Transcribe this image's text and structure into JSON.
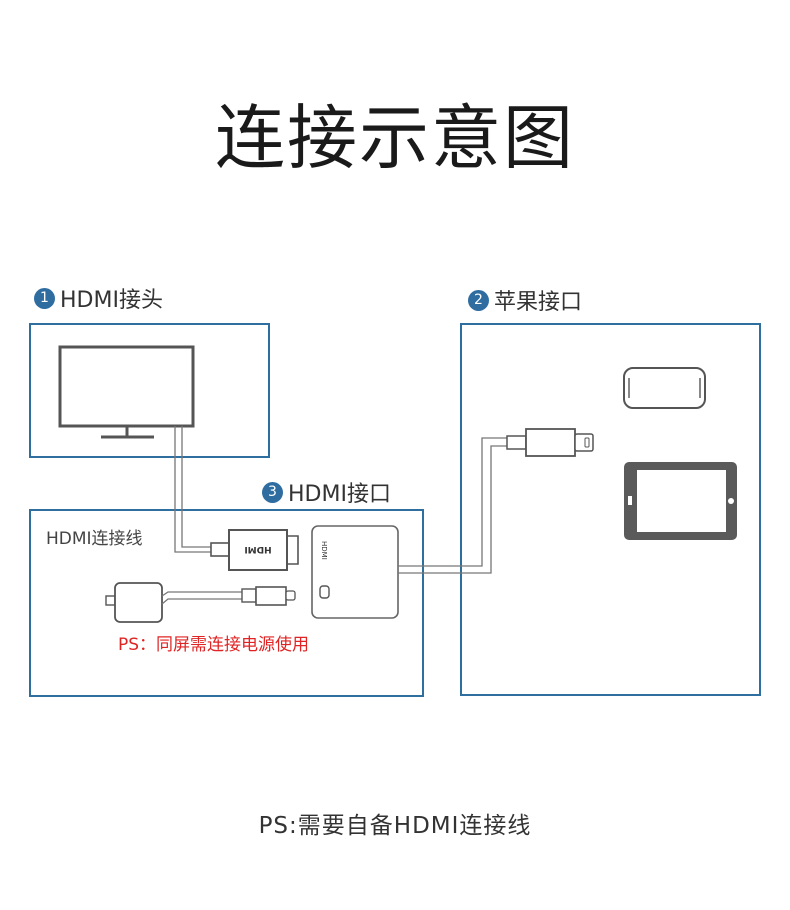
{
  "title": "连接示意图",
  "labels": {
    "hdmi_head": {
      "number": "1",
      "text": "HDMI接头"
    },
    "apple_port": {
      "number": "2",
      "text": "苹果接口"
    },
    "hdmi_port": {
      "number": "3",
      "text": "HDMI接口"
    }
  },
  "cable_box": {
    "label": "HDMI连接线",
    "note": "PS：同屏需连接电源使用"
  },
  "connector_text": {
    "hdmi_plug": "HDMI",
    "adapter_port": "HDMI"
  },
  "footer": "PS:需要自备HDMI连接线",
  "colors": {
    "frame": "#2f6fa0",
    "badge": "#2f6da1",
    "note": "#e02424",
    "device": "#5a5a5a"
  }
}
